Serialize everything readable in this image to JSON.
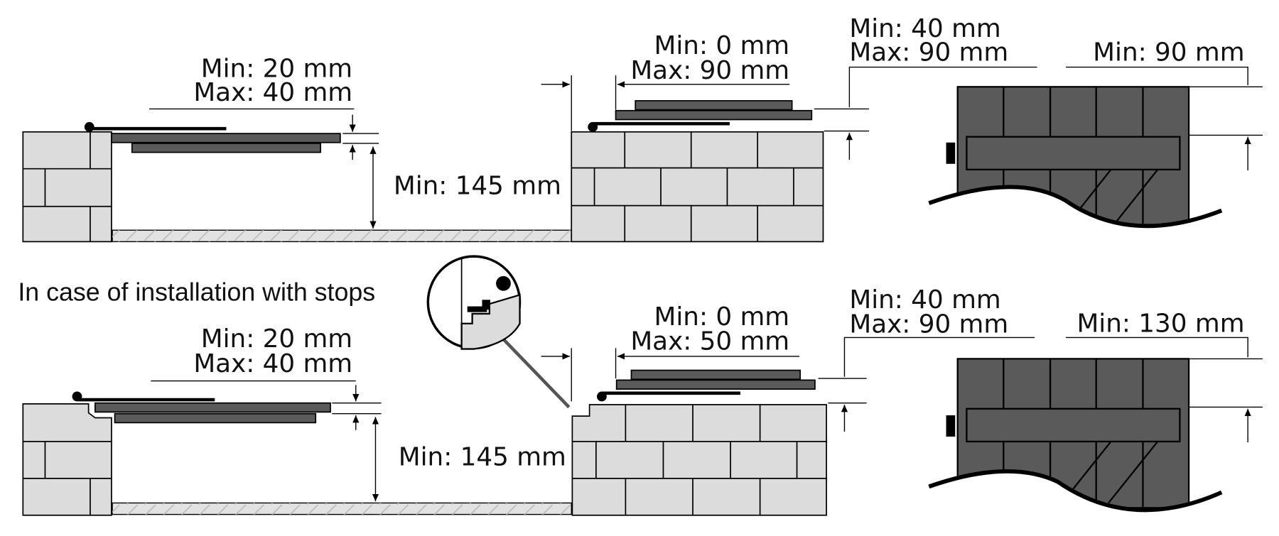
{
  "colors": {
    "brick_fill": "#dcdcdc",
    "gate_fill": "#5a5a5a",
    "rail_fill": "#e2e2e2",
    "line": "#000000"
  },
  "top": {
    "left_gap": {
      "min": "Min: 20 mm",
      "max": "Max: 40 mm"
    },
    "clearance": "Min: 145 mm",
    "overlap": {
      "min": "Min: 0 mm",
      "max": "Max: 90 mm"
    },
    "thickness": {
      "min": "Min: 40 mm",
      "max": "Max: 90 mm"
    },
    "depth": "Min: 90 mm"
  },
  "bottom": {
    "note": "In case of installation with stops",
    "left_gap": {
      "min": "Min: 20 mm",
      "max": "Max: 40 mm"
    },
    "clearance": "Min: 145 mm",
    "overlap": {
      "min": "Min: 0 mm",
      "max": "Max: 50 mm"
    },
    "thickness": {
      "min": "Min: 40 mm",
      "max": "Max: 90 mm"
    },
    "depth": "Min: 130 mm"
  },
  "icons": [
    "arrow-icon",
    "hinge-pin-icon",
    "magnifier-icon"
  ]
}
